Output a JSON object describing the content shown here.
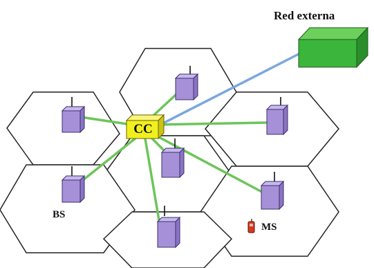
{
  "labels": {
    "external_network": "Red externa",
    "central": "CC",
    "base_station": "BS",
    "mobile_station": "MS"
  },
  "colors": {
    "cell_border": "#222222",
    "link_bs": "#6cc55a",
    "link_external": "#7aa7de",
    "cc_box": "#f2ef21",
    "bs_box": "#a691d8",
    "external_box": "#3bb53b",
    "ms_device": "#d43a1e"
  },
  "icons": [
    "hexagonal-cell-icon",
    "base-station-icon",
    "central-controller-icon",
    "external-network-icon",
    "mobile-phone-icon"
  ]
}
